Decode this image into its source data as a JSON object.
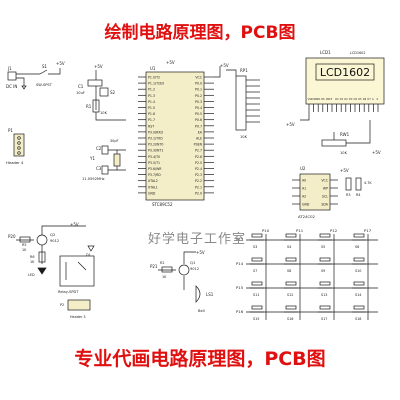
{
  "header": {
    "title": "绘制电路原理图，PCB图"
  },
  "footer": {
    "title": "专业代画电路原理图，PCB图"
  },
  "watermark": {
    "text": "好学电子工作室"
  },
  "colors": {
    "banner": "#e01010",
    "wire": "#1a1a1a",
    "part_fill": "#f3eec8",
    "lcd_fill": "#fbf6d4"
  },
  "schematic": {
    "mcu": {
      "ref": "U1",
      "part": "STC89C52",
      "pins_left": [
        "P1.0/T2",
        "P1.1/T2EX",
        "P1.2",
        "P1.3",
        "P1.4",
        "P1.5",
        "P1.6",
        "P1.7",
        "RST",
        "P3.0/RXD",
        "P3.1/TXD",
        "P3.2/INT0",
        "P3.3/INT1",
        "P3.4/T0",
        "P3.5/T1",
        "P3.6/WR",
        "P3.7/RD",
        "XTAL2",
        "XTAL1",
        "GND"
      ],
      "pins_right": [
        "VCC",
        "P0.0",
        "P0.1",
        "P0.2",
        "P0.3",
        "P0.4",
        "P0.5",
        "P0.6",
        "P0.7",
        "EA",
        "ALE",
        "PSEN",
        "P2.7",
        "P2.6",
        "P2.5",
        "P2.4",
        "P2.3",
        "P2.2",
        "P2.1",
        "P2.0"
      ]
    },
    "lcd": {
      "ref": "LCD1",
      "part": "LCD1602",
      "label": "LCD1602"
    },
    "eeprom": {
      "ref": "U2",
      "part": "AT24C02",
      "pins_left": [
        "A0",
        "A1",
        "A2",
        "GND"
      ],
      "pins_right": [
        "VCC",
        "WP",
        "SCL",
        "SDA"
      ]
    },
    "power": {
      "jack_ref": "J1",
      "jack_part": "DC IN",
      "switch_ref": "S1",
      "switch_part": "SW-SPST",
      "vcc": "+5V"
    },
    "reset": {
      "cap": "C1",
      "cap_val": "10uF",
      "sw": "S2",
      "res": "R1",
      "res_val": "10K"
    },
    "crystal": {
      "ref": "Y1",
      "val": "11.0592MHz",
      "c2": "C2",
      "c3": "C3",
      "c_val": "30pF"
    },
    "header": {
      "ref": "P1",
      "part": "Header 4"
    },
    "respack": {
      "ref": "RP1",
      "val": "10K"
    },
    "pot": {
      "ref": "RW1",
      "val": "10K"
    },
    "relay": {
      "q": "Q2",
      "q_part": "9012",
      "r": "R5",
      "r_val": "1K",
      "d": "D1",
      "k": "Relay-SPDT",
      "p": "P2",
      "p_part": "Header 3",
      "led": "LED",
      "r6": "R6",
      "r6_val": "1K",
      "net": "P20"
    },
    "buzzer": {
      "q": "Q1",
      "q_part": "9012",
      "r": "R2",
      "r_val": "1K",
      "ls": "LS1",
      "ls_part": "Bell",
      "net": "P21"
    },
    "keypad": {
      "rows": [
        "P13",
        "P14",
        "P15",
        "P16"
      ],
      "cols": [
        "P10",
        "P11",
        "P12",
        "P17"
      ],
      "keys": [
        "S3",
        "S4",
        "S5",
        "S6",
        "S7",
        "S8",
        "S9",
        "S10",
        "S11",
        "S12",
        "S13",
        "S14",
        "S15",
        "S16",
        "S17",
        "S18"
      ]
    },
    "misc_labels": {
      "r3": "R3",
      "r4": "R4",
      "r_val_4k7": "4.7K",
      "vcc_labels": [
        "VCC",
        "VCC"
      ]
    }
  }
}
